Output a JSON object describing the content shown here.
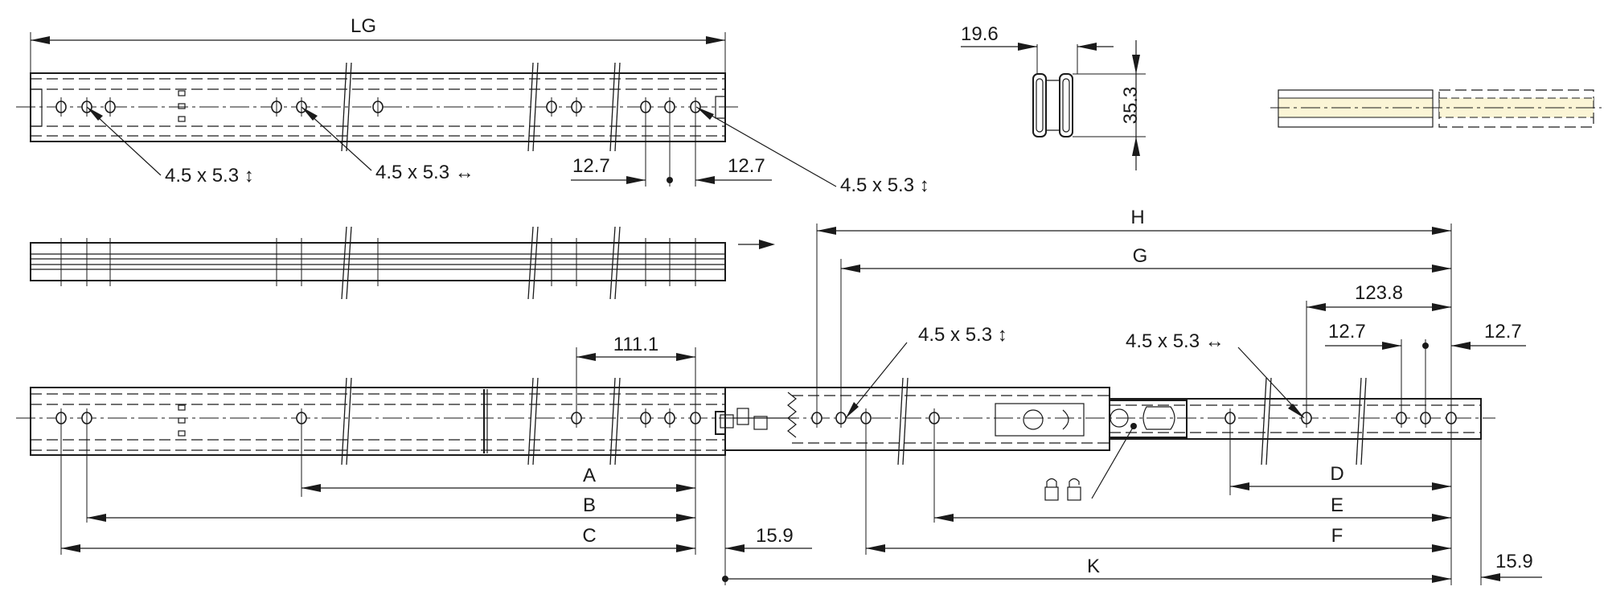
{
  "labels": {
    "lg": "LG",
    "h": "H",
    "g": "G",
    "a": "A",
    "b": "B",
    "c": "C",
    "d": "D",
    "e": "E",
    "f": "F",
    "k": "K"
  },
  "dimensions": {
    "d19_6": "19.6",
    "d35_3": "35.3",
    "d12_7": "12.7",
    "d111_1": "111.1",
    "d15_9": "15.9",
    "d123_8": "123.8"
  },
  "hole_specs": {
    "vertical": "4.5 x 5.3 ↕",
    "horizontal": "4.5 x 5.3 ↔"
  },
  "symbols": {
    "direction_arrow": "→",
    "lock": "lock-unlock-icon"
  }
}
